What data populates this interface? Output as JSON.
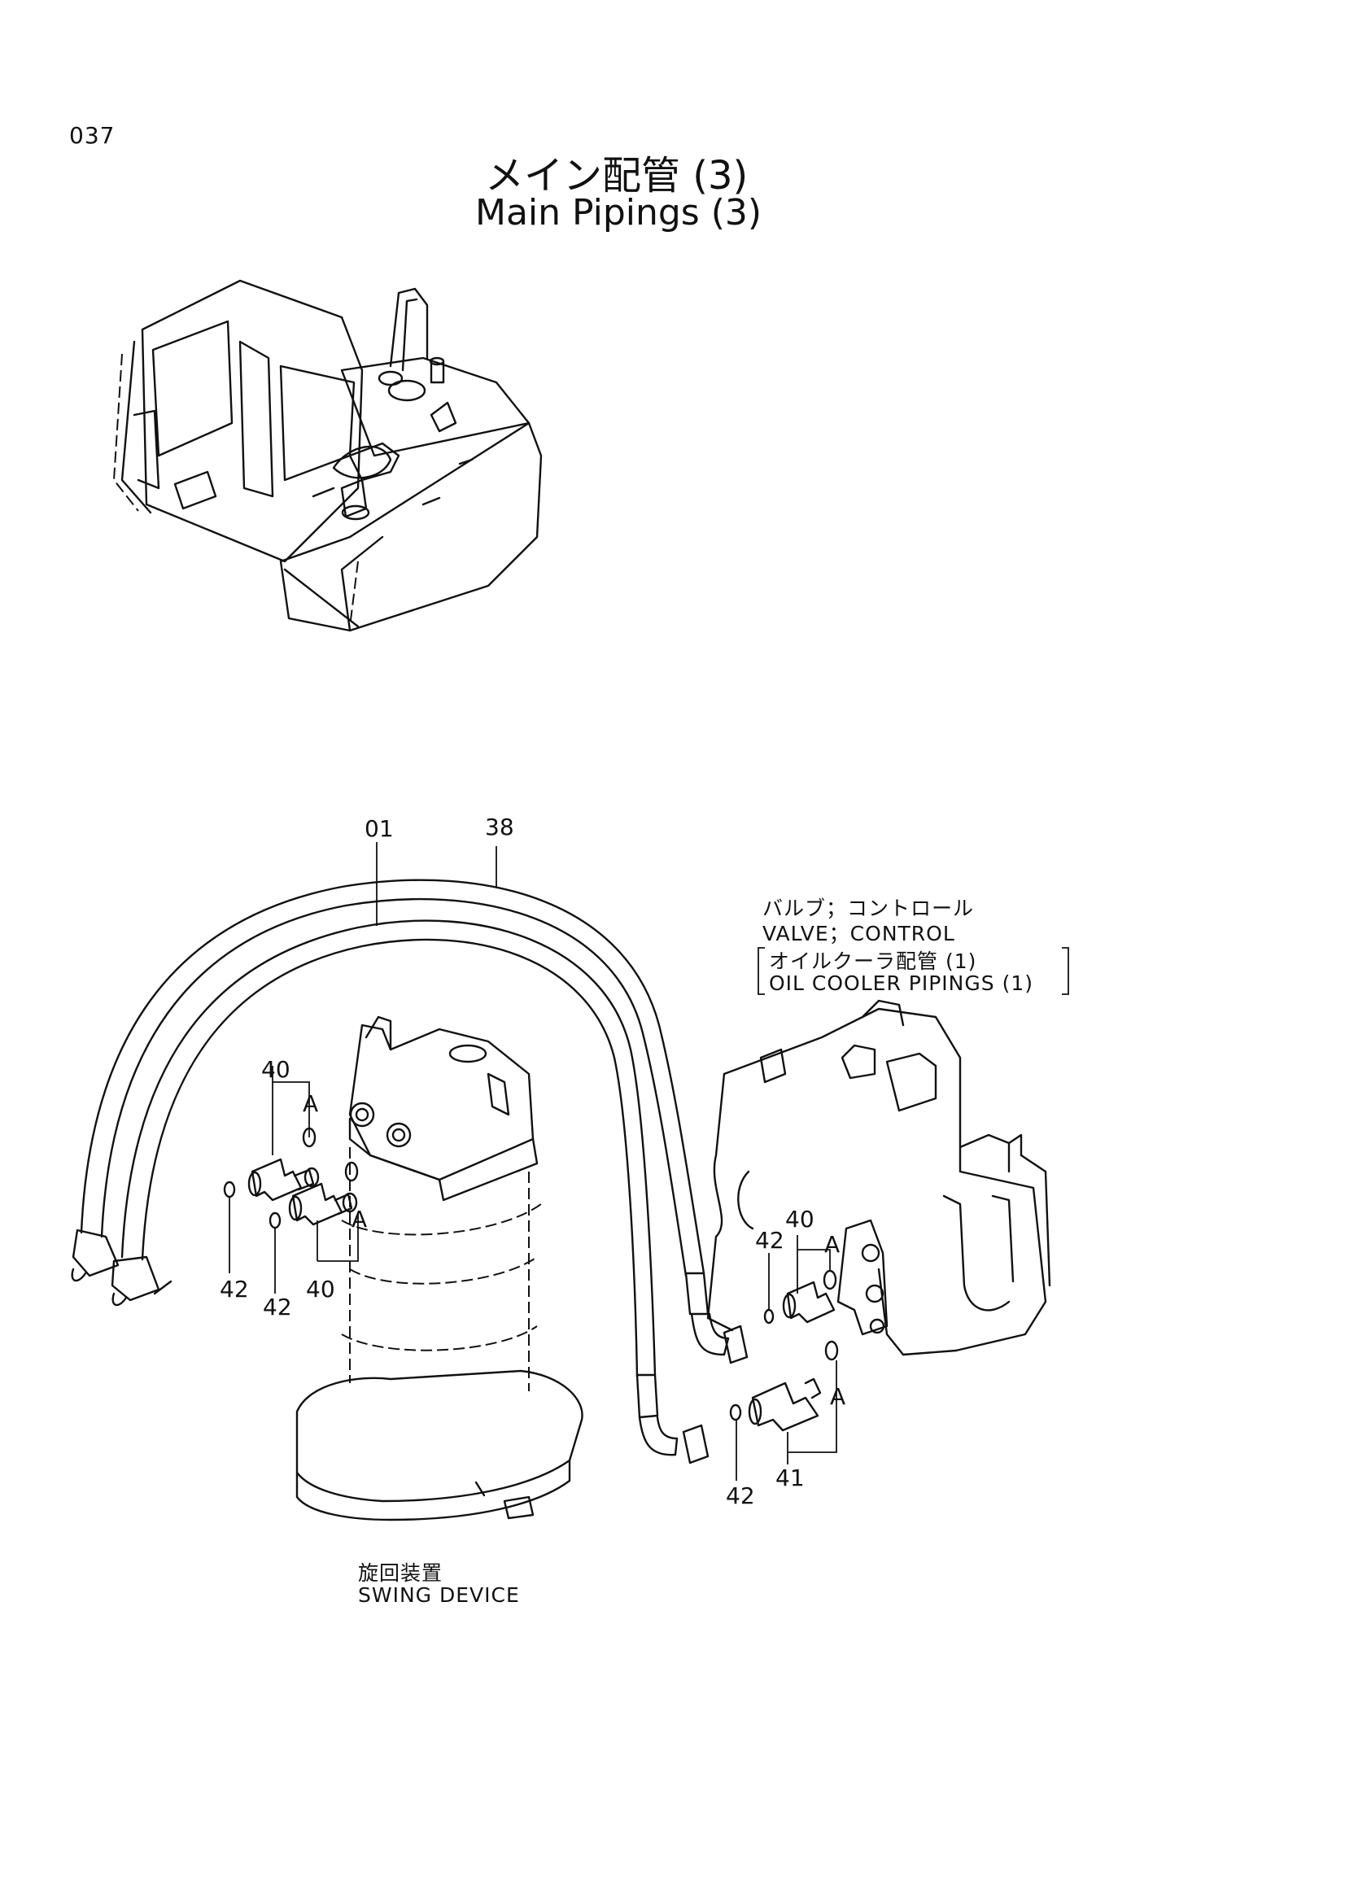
{
  "page_number": "037",
  "title_jp": "メイン配管 (3)",
  "title_en": "Main Pipings (3)",
  "part_labels": {
    "hose_01": "01",
    "hose_38": "38",
    "adapter_40_top": "40",
    "adapter_40_bottom": "40",
    "adapter_40_right": "40",
    "adapter_41": "41",
    "oring_42_left1": "42",
    "oring_42_left2": "42",
    "oring_42_right_top": "42",
    "oring_42_right_bottom": "42",
    "ref_a_1": "A",
    "ref_a_2": "A",
    "ref_a_3": "A",
    "ref_a_4": "A"
  },
  "notes": {
    "valve_jp": "バルブ；コントロール",
    "valve_en": "VALVE；CONTROL",
    "cooler_jp": "オイルクーラ配管 (1)",
    "cooler_en": "OIL COOLER PIPINGS (1)",
    "swing_jp": "旋回装置",
    "swing_en": "SWING DEVICE"
  }
}
